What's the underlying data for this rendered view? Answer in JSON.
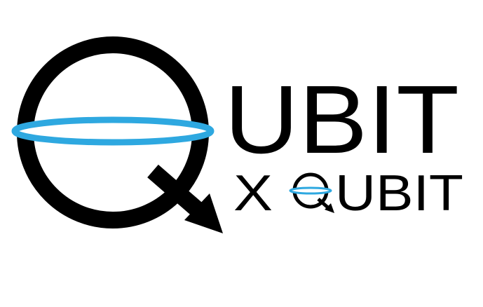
{
  "logo": {
    "line1": "UBIT",
    "line2_prefix": "X",
    "line2_word": "UBIT",
    "big_mark_letter": "Q",
    "small_mark_letter": "Q"
  },
  "colors": {
    "ink": "#000000",
    "ring": "#2EA8E0",
    "background": "#FFFFFF"
  },
  "icons": {
    "big_mark": "q-letter-with-orbit-ring-icon",
    "small_mark": "q-letter-with-orbit-ring-icon"
  }
}
